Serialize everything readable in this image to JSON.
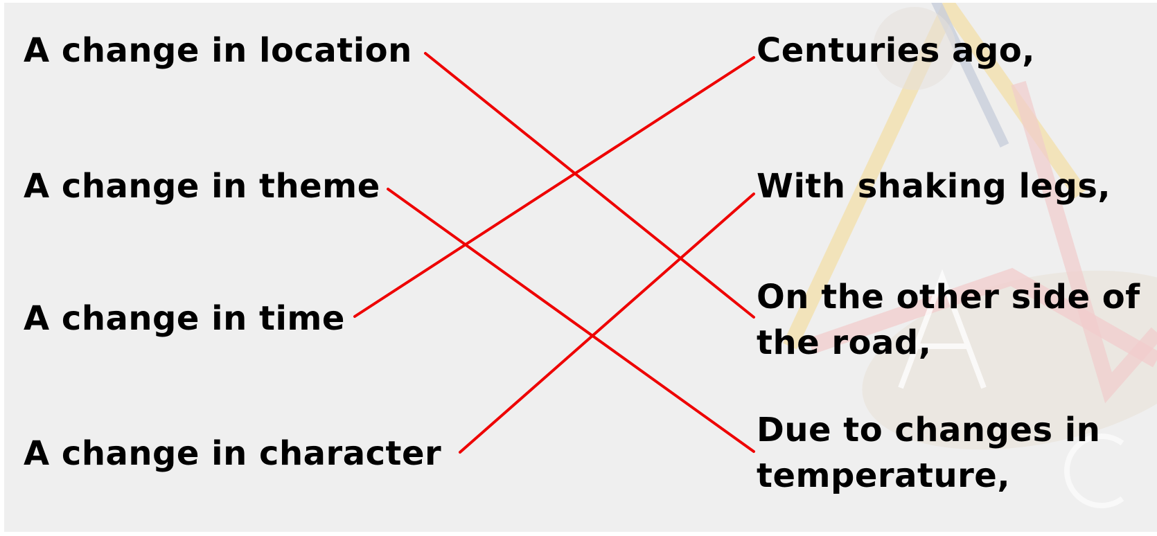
{
  "left_items": [
    "A change in location",
    "A change in theme",
    "A change in time",
    "A change in character"
  ],
  "right_items": [
    "Centuries ago,",
    "With shaking legs,",
    "On the other side of the road,",
    "Due to changes in temperature,"
  ],
  "colors": {
    "line": "#ee0000",
    "background": "#efefef",
    "text": "#000000"
  },
  "connections": [
    {
      "from": "A change in location",
      "to": "On the other side of the road,"
    },
    {
      "from": "A change in theme",
      "to": "Due to changes in temperature,"
    },
    {
      "from": "A change in time",
      "to": "Centuries ago,"
    },
    {
      "from": "A change in character",
      "to": "With shaking legs,"
    }
  ]
}
